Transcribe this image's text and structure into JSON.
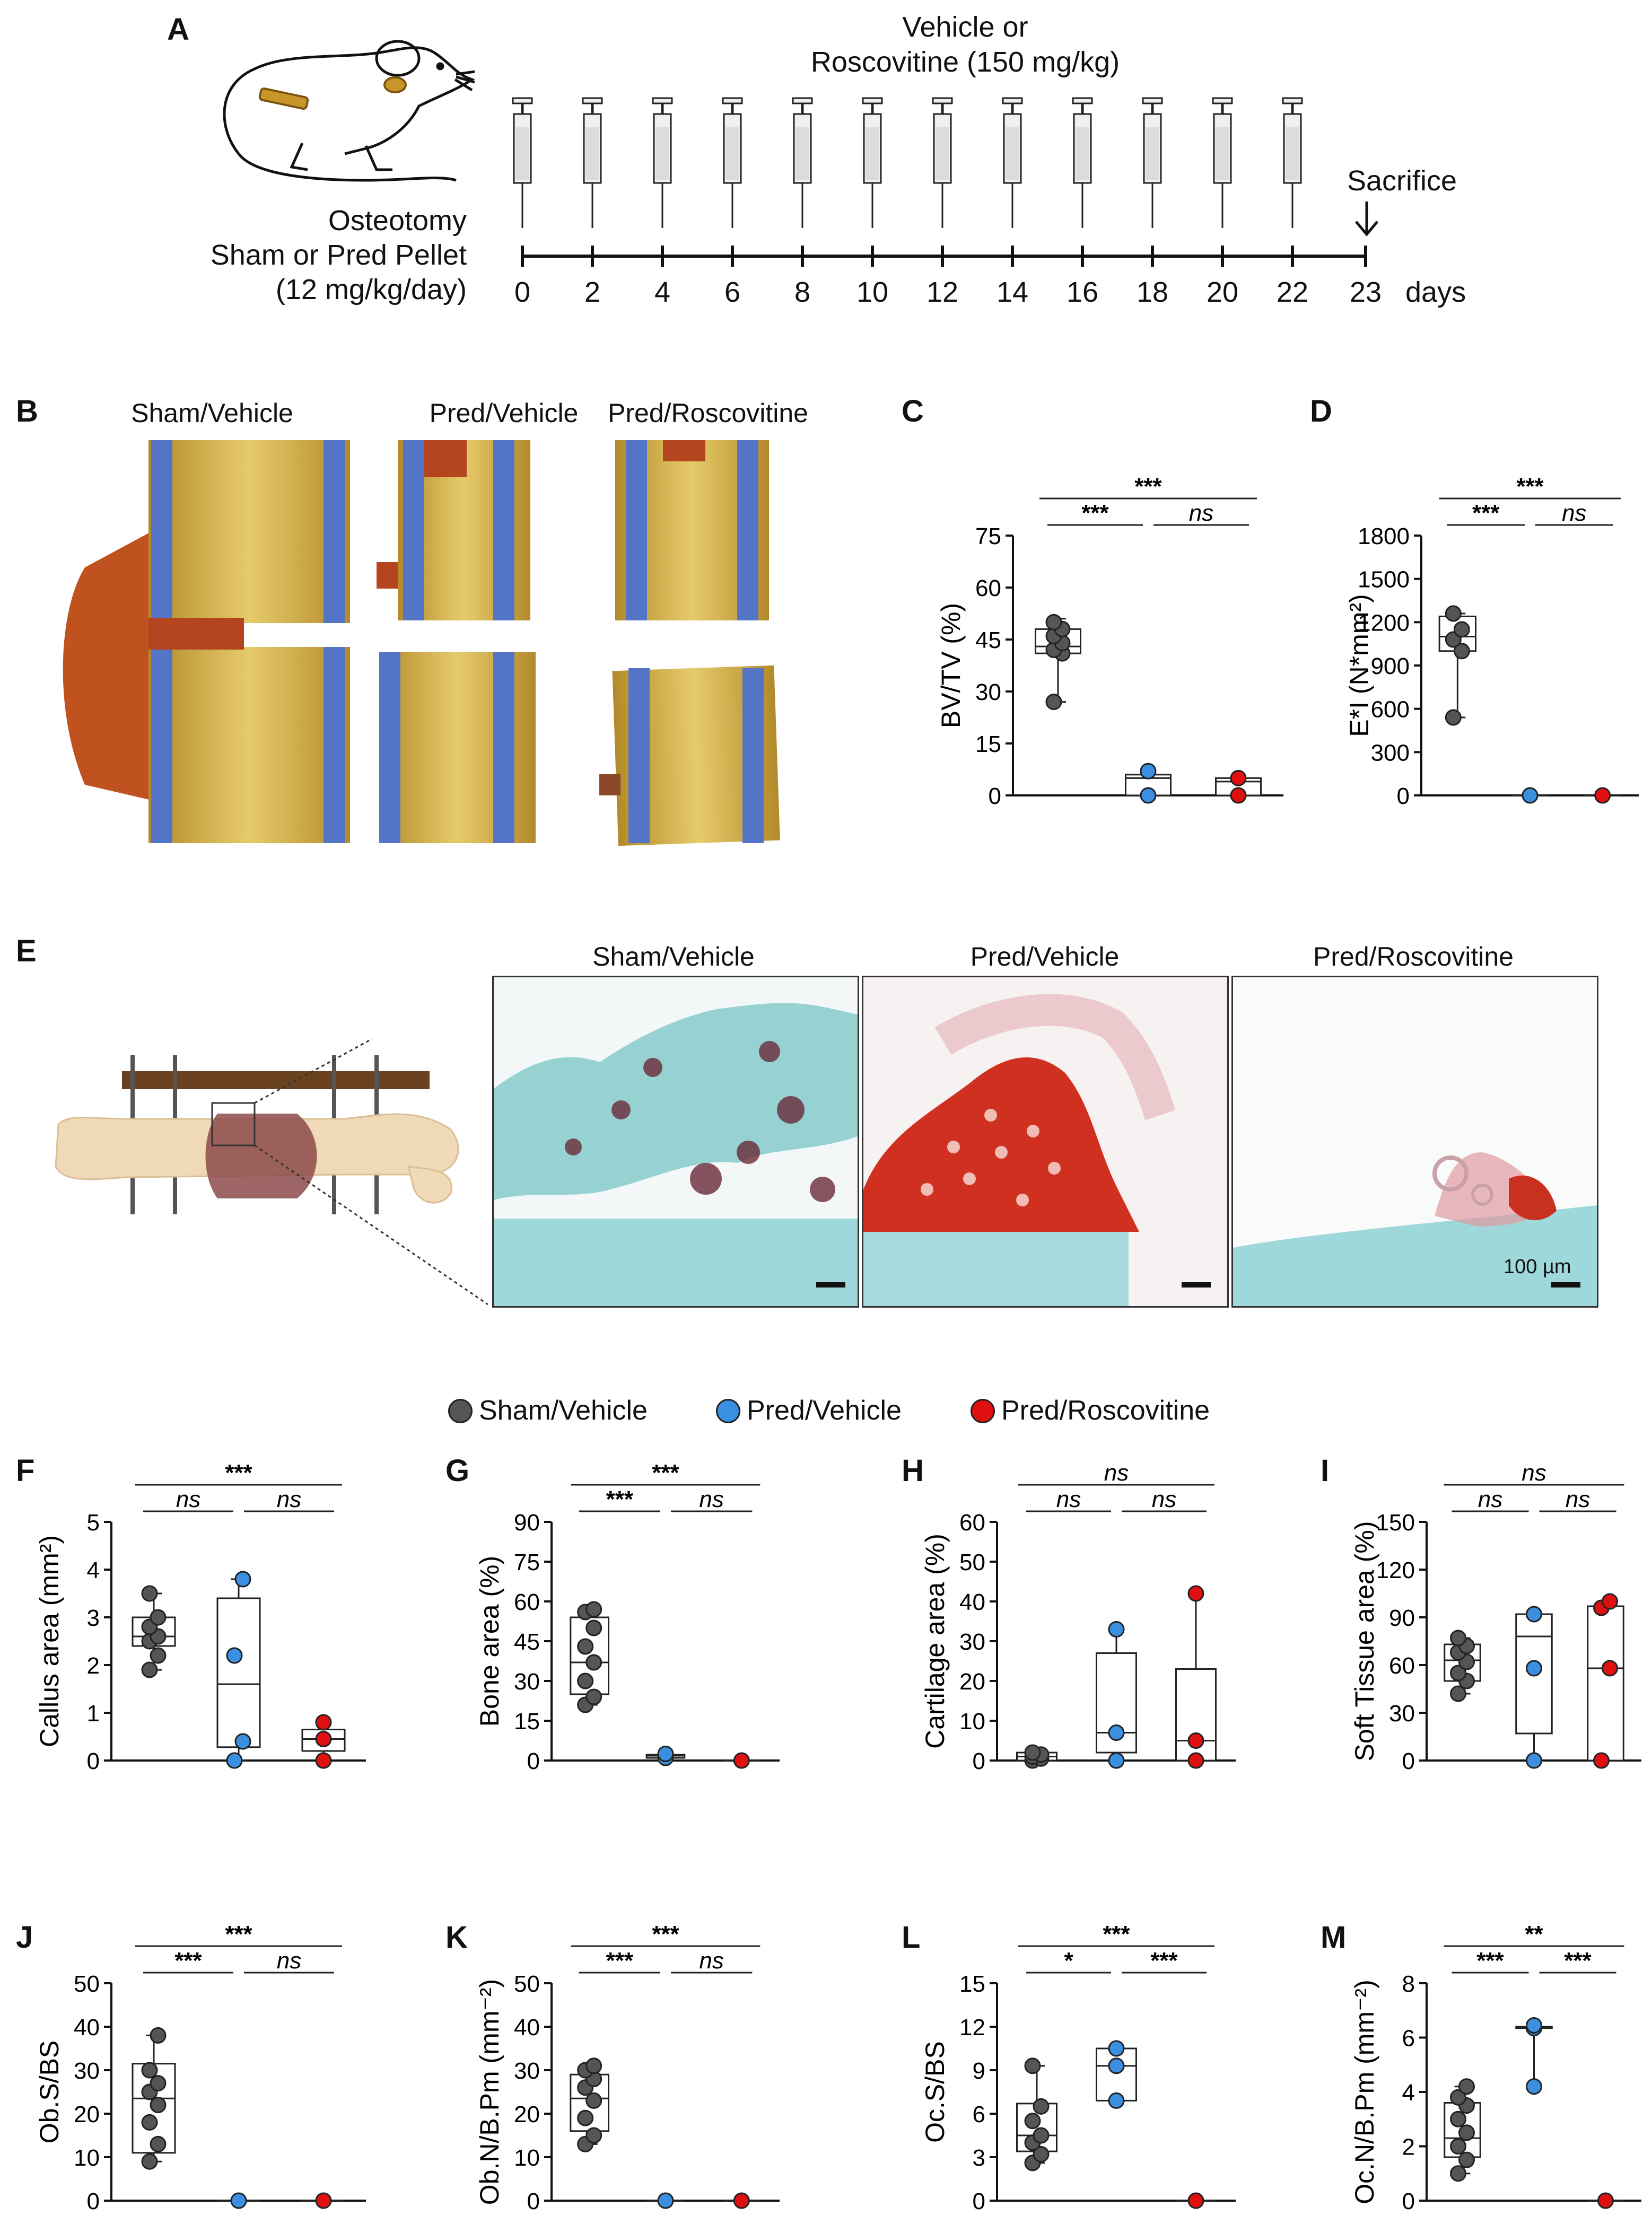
{
  "panel_labels": {
    "A": "A",
    "B": "B",
    "C": "C",
    "D": "D",
    "E": "E",
    "F": "F",
    "G": "G",
    "H": "H",
    "I": "I",
    "J": "J",
    "K": "K",
    "L": "L",
    "M": "M"
  },
  "timeline": {
    "treatment_line1": "Vehicle or",
    "treatment_line2": "Roscovitine (150 mg/kg)",
    "left_line1": "Osteotomy",
    "left_line2": "Sham or Pred Pellet",
    "left_line3": "(12 mg/kg/day)",
    "sacrifice": "Sacrifice",
    "days_unit": "days",
    "days": [
      "0",
      "2",
      "4",
      "6",
      "8",
      "10",
      "12",
      "14",
      "16",
      "18",
      "20",
      "22",
      "23"
    ]
  },
  "groups": [
    "Sham/Vehicle",
    "Pred/Vehicle",
    "Pred/Roscovitine"
  ],
  "colors": {
    "sham": "#555555",
    "pred_vehicle": "#3a8fe0",
    "pred_roscovitine": "#e01010",
    "bone_yellow": "#d8b84a",
    "bone_blue": "#4e6fc0",
    "callus_red": "#b5451f"
  },
  "scale_bar": "100 µm",
  "legend": [
    "Sham/Vehicle",
    "Pred/Vehicle",
    "Pred/Roscovitine"
  ],
  "chart_data": [
    {
      "id": "C",
      "type": "box",
      "ylabel": "BV/TV (%)",
      "ylim": [
        0,
        75
      ],
      "yticks": [
        "0",
        "15",
        "30",
        "45",
        "60",
        "75"
      ],
      "boxes": [
        {
          "group": "Sham/Vehicle",
          "min": 27,
          "q1": 41,
          "median": 43,
          "q3": 48,
          "max": 51,
          "points": [
            27,
            41,
            42,
            44,
            46,
            48,
            50
          ]
        },
        {
          "group": "Pred/Vehicle",
          "min": 0,
          "q1": 0,
          "median": 5,
          "q3": 6,
          "max": 7,
          "points": [
            0,
            7
          ]
        },
        {
          "group": "Pred/Roscovitine",
          "min": 0,
          "q1": 0,
          "median": 4,
          "q3": 5,
          "max": 5,
          "points": [
            0,
            5
          ]
        }
      ],
      "sig": [
        {
          "from": 0,
          "to": 2,
          "label": "***",
          "level": 2
        },
        {
          "from": 0,
          "to": 1,
          "label": "***",
          "level": 1
        },
        {
          "from": 1,
          "to": 2,
          "label": "ns",
          "level": 1,
          "italic": true
        }
      ]
    },
    {
      "id": "D",
      "type": "box",
      "ylabel": "E*I (N*mm²)",
      "ylim": [
        0,
        1800
      ],
      "yticks": [
        "0",
        "300",
        "600",
        "900",
        "1200",
        "1500",
        "1800"
      ],
      "boxes": [
        {
          "group": "Sham/Vehicle",
          "min": 540,
          "q1": 1000,
          "median": 1100,
          "q3": 1240,
          "max": 1260,
          "points": [
            540,
            1000,
            1080,
            1150,
            1260
          ]
        },
        {
          "group": "Pred/Vehicle",
          "min": 0,
          "q1": 0,
          "median": 0,
          "q3": 0,
          "max": 0,
          "points": [
            0
          ]
        },
        {
          "group": "Pred/Roscovitine",
          "min": 0,
          "q1": 0,
          "median": 0,
          "q3": 0,
          "max": 0,
          "points": [
            0
          ]
        }
      ],
      "sig": [
        {
          "from": 0,
          "to": 2,
          "label": "***",
          "level": 2
        },
        {
          "from": 0,
          "to": 1,
          "label": "***",
          "level": 1
        },
        {
          "from": 1,
          "to": 2,
          "label": "ns",
          "level": 1,
          "italic": true
        }
      ]
    },
    {
      "id": "F",
      "type": "box",
      "ylabel": "Callus area (mm²)",
      "ylim": [
        0,
        5
      ],
      "yticks": [
        "0",
        "1",
        "2",
        "3",
        "4",
        "5"
      ],
      "boxes": [
        {
          "group": "Sham/Vehicle",
          "min": 1.9,
          "q1": 2.4,
          "median": 2.6,
          "q3": 3.0,
          "max": 3.5,
          "points": [
            1.9,
            2.2,
            2.5,
            2.6,
            2.8,
            3.0,
            3.5
          ]
        },
        {
          "group": "Pred/Vehicle",
          "min": 0,
          "q1": 0.28,
          "median": 1.6,
          "q3": 3.4,
          "max": 3.8,
          "points": [
            0,
            0.4,
            2.2,
            3.8
          ]
        },
        {
          "group": "Pred/Roscovitine",
          "min": 0,
          "q1": 0.2,
          "median": 0.45,
          "q3": 0.65,
          "max": 0.8,
          "points": [
            0,
            0.45,
            0.8
          ]
        }
      ],
      "sig": [
        {
          "from": 0,
          "to": 2,
          "label": "***",
          "level": 2
        },
        {
          "from": 0,
          "to": 1,
          "label": "ns",
          "level": 1,
          "italic": true
        },
        {
          "from": 1,
          "to": 2,
          "label": "ns",
          "level": 1,
          "italic": true
        }
      ]
    },
    {
      "id": "G",
      "type": "box",
      "ylabel": "Bone area (%)",
      "ylim": [
        0,
        90
      ],
      "yticks": [
        "0",
        "15",
        "30",
        "45",
        "60",
        "75",
        "90"
      ],
      "boxes": [
        {
          "group": "Sham/Vehicle",
          "min": 21,
          "q1": 25,
          "median": 37,
          "q3": 54,
          "max": 57,
          "points": [
            21,
            24,
            30,
            37,
            43,
            50,
            56,
            57
          ]
        },
        {
          "group": "Pred/Vehicle",
          "min": 0.5,
          "q1": 1,
          "median": 1.8,
          "q3": 2.2,
          "max": 2.5,
          "points": [
            1,
            2.5
          ]
        },
        {
          "group": "Pred/Roscovitine",
          "min": 0,
          "q1": 0,
          "median": 0,
          "q3": 0,
          "max": 0,
          "points": [
            0
          ]
        }
      ],
      "sig": [
        {
          "from": 0,
          "to": 2,
          "label": "***",
          "level": 2
        },
        {
          "from": 0,
          "to": 1,
          "label": "***",
          "level": 1
        },
        {
          "from": 1,
          "to": 2,
          "label": "ns",
          "level": 1,
          "italic": true
        }
      ]
    },
    {
      "id": "H",
      "type": "box",
      "ylabel": "Cartilage area (%)",
      "ylim": [
        0,
        60
      ],
      "yticks": [
        "0",
        "10",
        "20",
        "30",
        "40",
        "50",
        "60"
      ],
      "boxes": [
        {
          "group": "Sham/Vehicle",
          "min": 0,
          "q1": 0,
          "median": 1,
          "q3": 2,
          "max": 2,
          "points": [
            0,
            0.5,
            1,
            1.5,
            2
          ]
        },
        {
          "group": "Pred/Vehicle",
          "min": 0,
          "q1": 2,
          "median": 7,
          "q3": 27,
          "max": 33,
          "points": [
            0,
            7,
            33
          ]
        },
        {
          "group": "Pred/Roscovitine",
          "min": 0,
          "q1": 0,
          "median": 5,
          "q3": 23,
          "max": 42,
          "points": [
            0,
            5,
            42
          ]
        }
      ],
      "sig": [
        {
          "from": 0,
          "to": 2,
          "label": "ns",
          "level": 2,
          "italic": true
        },
        {
          "from": 0,
          "to": 1,
          "label": "ns",
          "level": 1,
          "italic": true
        },
        {
          "from": 1,
          "to": 2,
          "label": "ns",
          "level": 1,
          "italic": true
        }
      ]
    },
    {
      "id": "I",
      "type": "box",
      "ylabel": "Soft Tissue area (%)",
      "ylim": [
        0,
        150
      ],
      "yticks": [
        "0",
        "30",
        "60",
        "90",
        "120",
        "150"
      ],
      "boxes": [
        {
          "group": "Sham/Vehicle",
          "min": 42,
          "q1": 50,
          "median": 63,
          "q3": 73,
          "max": 77,
          "points": [
            42,
            50,
            55,
            62,
            68,
            72,
            77
          ]
        },
        {
          "group": "Pred/Vehicle",
          "min": 0,
          "q1": 17,
          "median": 78,
          "q3": 92,
          "max": 92,
          "points": [
            0,
            58,
            92
          ]
        },
        {
          "group": "Pred/Roscovitine",
          "min": 0,
          "q1": 0,
          "median": 58,
          "q3": 97,
          "max": 100,
          "points": [
            0,
            58,
            96,
            100
          ]
        }
      ],
      "sig": [
        {
          "from": 0,
          "to": 2,
          "label": "ns",
          "level": 2,
          "italic": true
        },
        {
          "from": 0,
          "to": 1,
          "label": "ns",
          "level": 1,
          "italic": true
        },
        {
          "from": 1,
          "to": 2,
          "label": "ns",
          "level": 1,
          "italic": true
        }
      ]
    },
    {
      "id": "J",
      "type": "box",
      "ylabel": "Ob.S/BS",
      "ylim": [
        0,
        50
      ],
      "yticks": [
        "0",
        "10",
        "20",
        "30",
        "40",
        "50"
      ],
      "boxes": [
        {
          "group": "Sham/Vehicle",
          "min": 9,
          "q1": 11,
          "median": 23.5,
          "q3": 31.5,
          "max": 38,
          "points": [
            9,
            13,
            18,
            22,
            25,
            27,
            30,
            38
          ]
        },
        {
          "group": "Pred/Vehicle",
          "min": 0,
          "q1": 0,
          "median": 0,
          "q3": 0,
          "max": 0,
          "points": [
            0
          ]
        },
        {
          "group": "Pred/Roscovitine",
          "min": 0,
          "q1": 0,
          "median": 0,
          "q3": 0,
          "max": 0,
          "points": [
            0
          ]
        }
      ],
      "sig": [
        {
          "from": 0,
          "to": 2,
          "label": "***",
          "level": 2
        },
        {
          "from": 0,
          "to": 1,
          "label": "***",
          "level": 1
        },
        {
          "from": 1,
          "to": 2,
          "label": "ns",
          "level": 1,
          "italic": true
        }
      ]
    },
    {
      "id": "K",
      "type": "box",
      "ylabel": "Ob.N/B.Pm (mm⁻²)",
      "ylim": [
        0,
        50
      ],
      "yticks": [
        "0",
        "10",
        "20",
        "30",
        "40",
        "50"
      ],
      "boxes": [
        {
          "group": "Sham/Vehicle",
          "min": 13,
          "q1": 16,
          "median": 23.5,
          "q3": 29,
          "max": 31,
          "points": [
            13,
            15,
            19,
            23,
            26,
            28,
            30,
            31
          ]
        },
        {
          "group": "Pred/Vehicle",
          "min": 0,
          "q1": 0,
          "median": 0,
          "q3": 0,
          "max": 0,
          "points": [
            0
          ]
        },
        {
          "group": "Pred/Roscovitine",
          "min": 0,
          "q1": 0,
          "median": 0,
          "q3": 0,
          "max": 0,
          "points": [
            0
          ]
        }
      ],
      "sig": [
        {
          "from": 0,
          "to": 2,
          "label": "***",
          "level": 2
        },
        {
          "from": 0,
          "to": 1,
          "label": "***",
          "level": 1
        },
        {
          "from": 1,
          "to": 2,
          "label": "ns",
          "level": 1,
          "italic": true
        }
      ]
    },
    {
      "id": "L",
      "type": "box",
      "ylabel": "Oc.S/BS",
      "ylim": [
        0,
        15
      ],
      "yticks": [
        "0",
        "3",
        "6",
        "9",
        "12",
        "15"
      ],
      "boxes": [
        {
          "group": "Sham/Vehicle",
          "min": 2.6,
          "q1": 3.4,
          "median": 4.5,
          "q3": 6.7,
          "max": 9.3,
          "points": [
            2.6,
            3.2,
            4,
            4.5,
            5.5,
            6.5,
            9.3
          ]
        },
        {
          "group": "Pred/Vehicle",
          "min": 6.9,
          "q1": 6.9,
          "median": 9.3,
          "q3": 10.5,
          "max": 10.5,
          "points": [
            6.9,
            9.3,
            10.5
          ]
        },
        {
          "group": "Pred/Roscovitine",
          "min": 0,
          "q1": 0,
          "median": 0,
          "q3": 0,
          "max": 0,
          "points": [
            0
          ]
        }
      ],
      "sig": [
        {
          "from": 0,
          "to": 2,
          "label": "***",
          "level": 2
        },
        {
          "from": 0,
          "to": 1,
          "label": "*",
          "level": 1
        },
        {
          "from": 1,
          "to": 2,
          "label": "***",
          "level": 1
        }
      ]
    },
    {
      "id": "M",
      "type": "box",
      "ylabel": "Oc.N/B.Pm (mm⁻²)",
      "ylim": [
        0,
        8
      ],
      "yticks": [
        "0",
        "2",
        "4",
        "6",
        "8"
      ],
      "boxes": [
        {
          "group": "Sham/Vehicle",
          "min": 1.0,
          "q1": 1.6,
          "median": 2.3,
          "q3": 3.6,
          "max": 4.2,
          "points": [
            1.0,
            1.5,
            2.0,
            2.5,
            3.0,
            3.5,
            3.8,
            4.2
          ]
        },
        {
          "group": "Pred/Vehicle",
          "min": 4.2,
          "q1": 6.35,
          "median": 6.35,
          "q3": 6.4,
          "max": 6.5,
          "points": [
            4.2,
            6.35,
            6.45
          ]
        },
        {
          "group": "Pred/Roscovitine",
          "min": 0,
          "q1": 0,
          "median": 0,
          "q3": 0,
          "max": 0,
          "points": [
            0
          ]
        }
      ],
      "sig": [
        {
          "from": 0,
          "to": 2,
          "label": "**",
          "level": 2
        },
        {
          "from": 0,
          "to": 1,
          "label": "***",
          "level": 1
        },
        {
          "from": 1,
          "to": 2,
          "label": "***",
          "level": 1
        }
      ]
    }
  ]
}
